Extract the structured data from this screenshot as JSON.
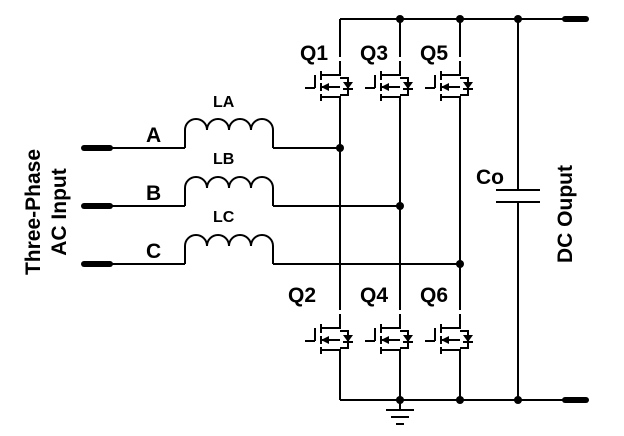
{
  "labels": {
    "input_line1": "Three-Phase",
    "input_line2": "AC Input",
    "output": "DC Ouput",
    "capacitor": "Co",
    "ground": ""
  },
  "phases": [
    {
      "name": "A",
      "inductor": "LA"
    },
    {
      "name": "B",
      "inductor": "LB"
    },
    {
      "name": "C",
      "inductor": "LC"
    }
  ],
  "switches": {
    "upper": [
      "Q1",
      "Q3",
      "Q5"
    ],
    "lower": [
      "Q2",
      "Q4",
      "Q6"
    ]
  },
  "icons": {
    "ground": "ground-icon",
    "mosfet": "mosfet-icon",
    "inductor": "inductor-icon",
    "capacitor": "capacitor-icon"
  }
}
